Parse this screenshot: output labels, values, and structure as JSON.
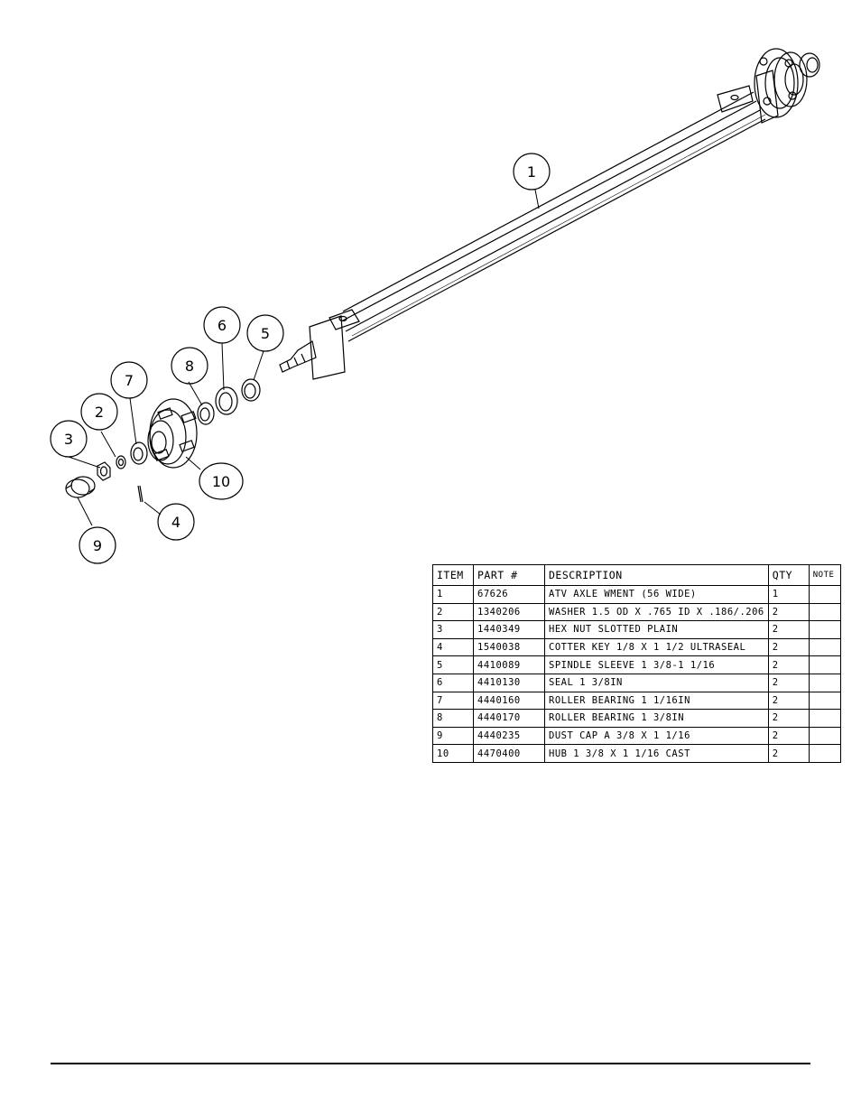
{
  "balloons": {
    "b1": "1",
    "b2": "2",
    "b3": "3",
    "b4": "4",
    "b5": "5",
    "b6": "6",
    "b7": "7",
    "b8": "8",
    "b9": "9",
    "b10": "10"
  },
  "bom": {
    "headers": {
      "item": "ITEM",
      "part": "PART #",
      "description": "DESCRIPTION",
      "qty": "QTY",
      "note": "NOTE"
    },
    "rows": [
      {
        "item": "1",
        "part": "67626",
        "description": "ATV AXLE WMENT (56 WIDE)",
        "qty": "1",
        "note": ""
      },
      {
        "item": "2",
        "part": "1340206",
        "description": "WASHER 1.5 OD X .765 ID X .186/.206",
        "qty": "2",
        "note": ""
      },
      {
        "item": "3",
        "part": "1440349",
        "description": "HEX NUT SLOTTED PLAIN",
        "qty": "2",
        "note": ""
      },
      {
        "item": "4",
        "part": "1540038",
        "description": "COTTER KEY 1/8 X 1 1/2 ULTRASEAL",
        "qty": "2",
        "note": ""
      },
      {
        "item": "5",
        "part": "4410089",
        "description": "SPINDLE SLEEVE  1 3/8-1 1/16",
        "qty": "2",
        "note": ""
      },
      {
        "item": "6",
        "part": "4410130",
        "description": "SEAL  1 3/8IN",
        "qty": "2",
        "note": ""
      },
      {
        "item": "7",
        "part": "4440160",
        "description": "ROLLER BEARING   1 1/16IN",
        "qty": "2",
        "note": ""
      },
      {
        "item": "8",
        "part": "4440170",
        "description": "ROLLER BEARING   1 3/8IN",
        "qty": "2",
        "note": ""
      },
      {
        "item": "9",
        "part": "4440235",
        "description": "DUST CAP A 3/8 X 1 1/16",
        "qty": "2",
        "note": ""
      },
      {
        "item": "10",
        "part": "4470400",
        "description": "HUB  1 3/8 X 1 1/16 CAST",
        "qty": "2",
        "note": ""
      }
    ]
  }
}
